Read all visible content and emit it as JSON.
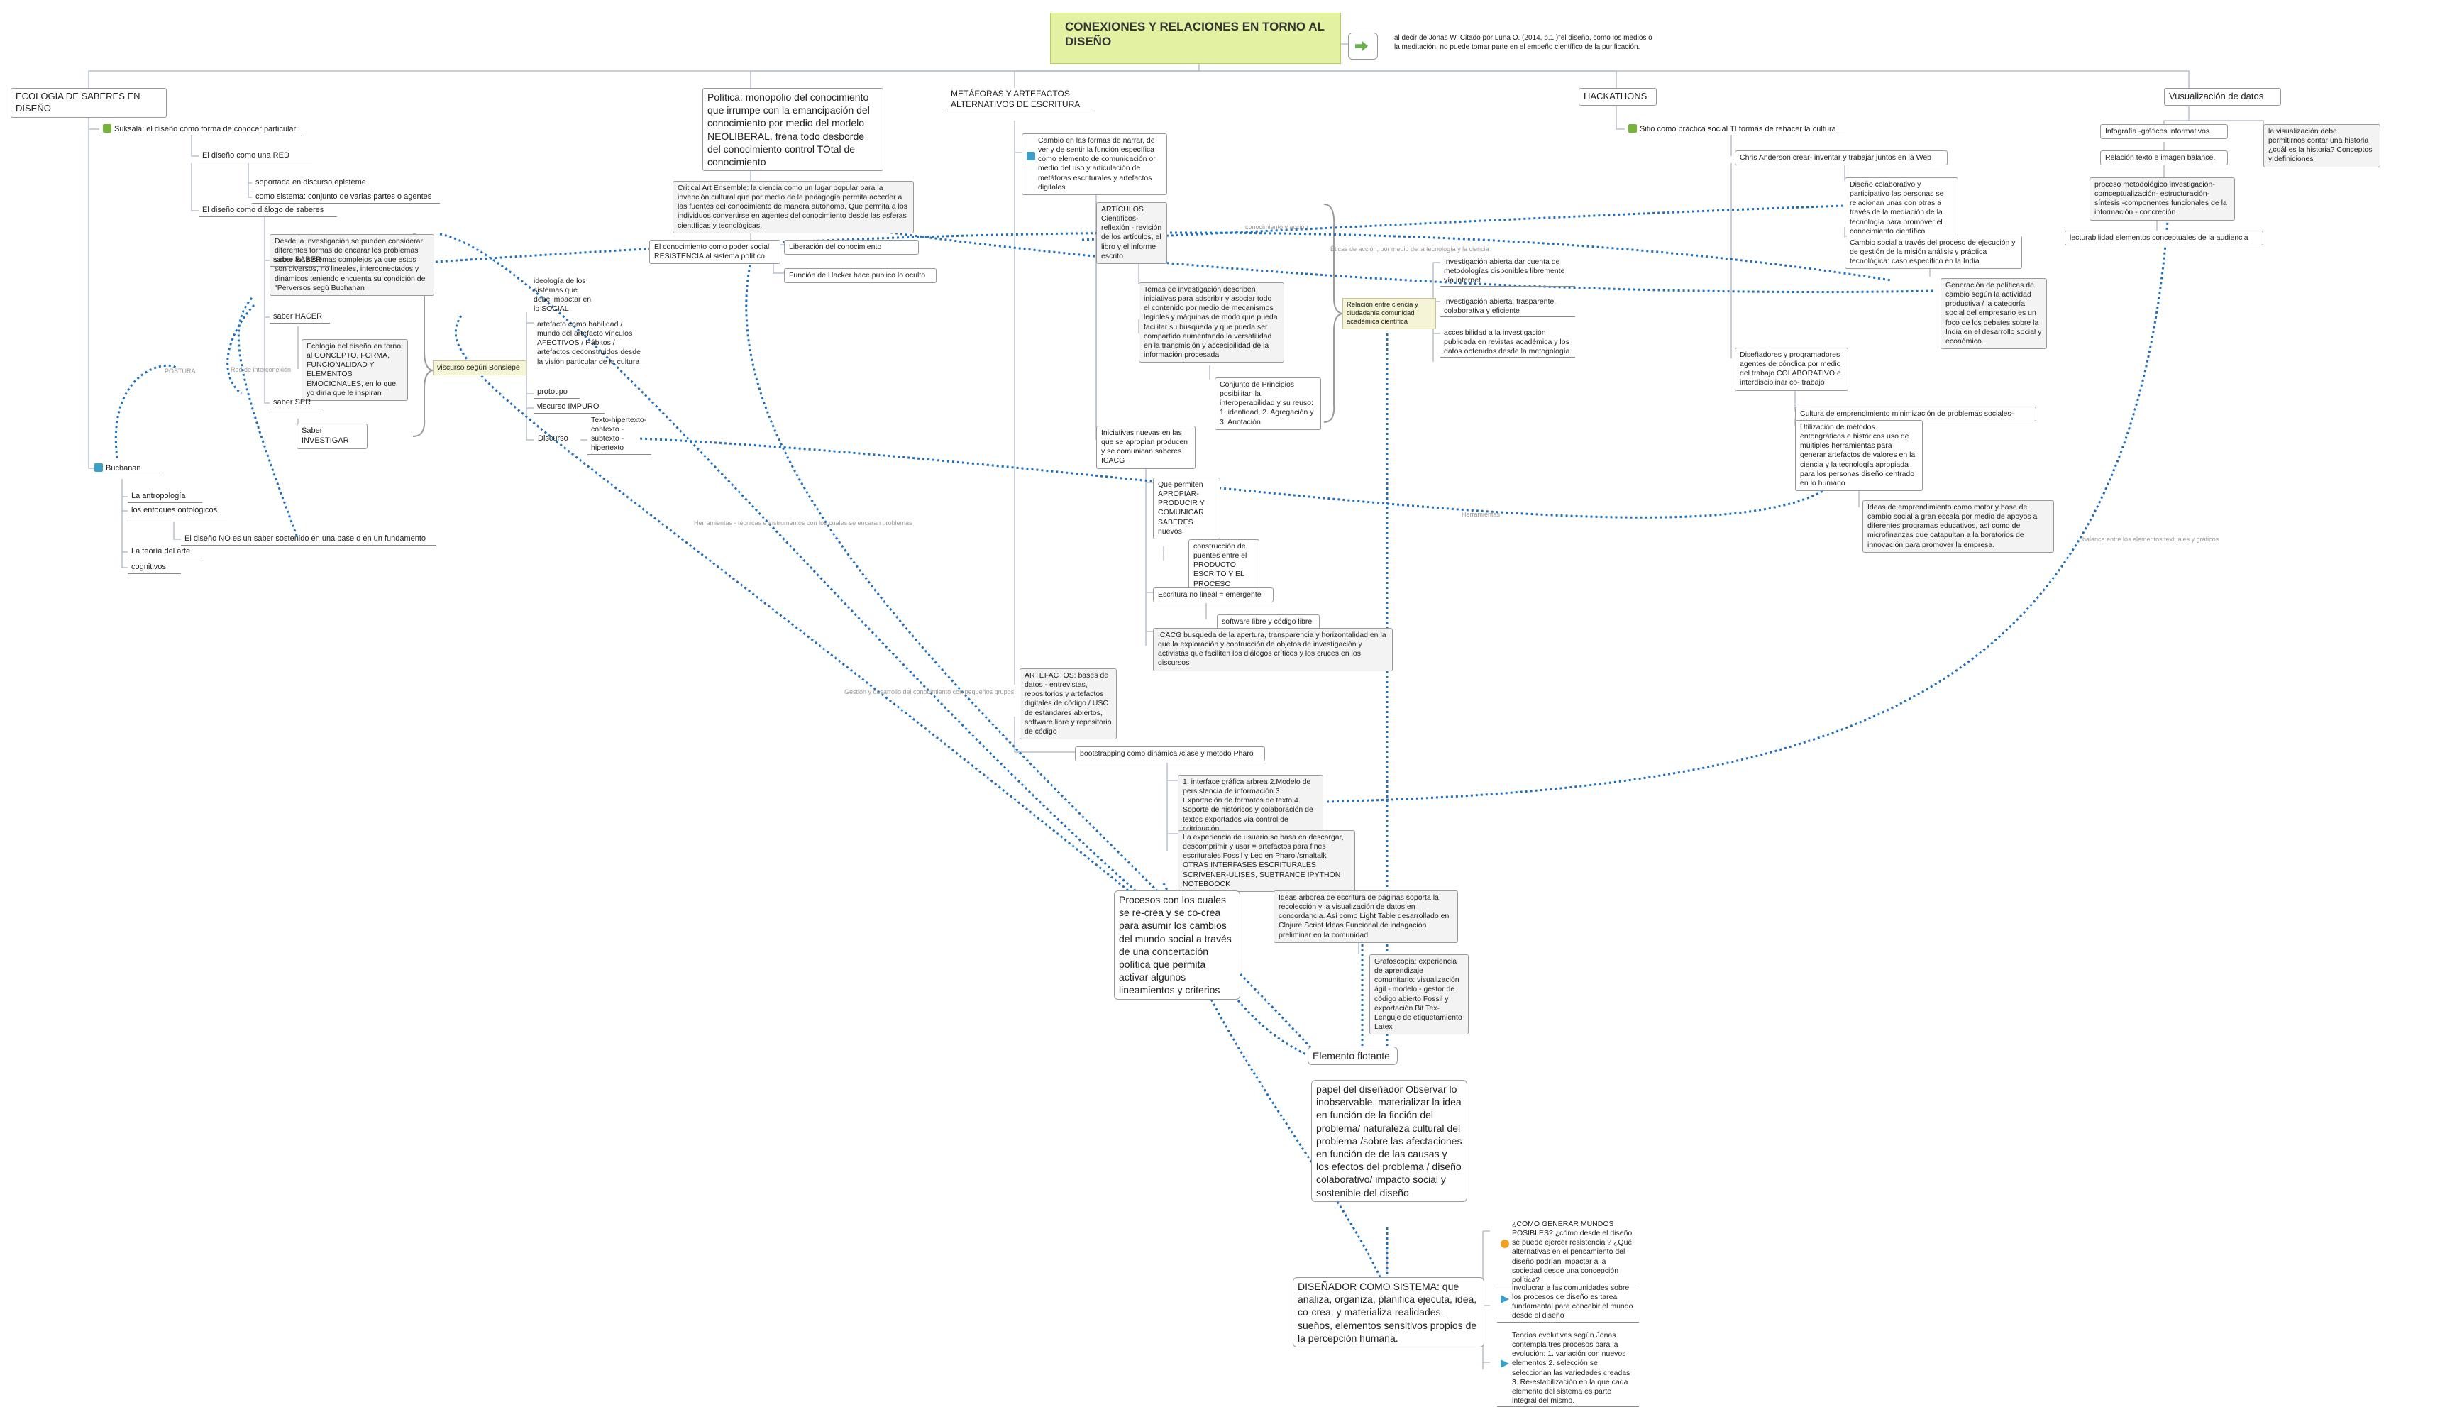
{
  "central": {
    "title": "CONEXIONES Y RELACIONES EN TORNO AL DISEÑO",
    "quote": "al decir de Jonas W. Citado por Luna O. (2014, p.1 )\"el diseño, como los medios o la meditación, no puede tomar parte en el empeño científico de la purificación."
  },
  "branches": {
    "ecologia": {
      "title": "ECOLOGÍA DE SABERES EN DISEÑO",
      "suksala": "Suksala: el diseño como forma de conocer particular",
      "red": "El diseño como una RED",
      "episteme": "soportada en discurso episteme",
      "sistema": "como sistema: conjunto de varias partes o agentes",
      "dialogo": "El diseño como diálogo de saberes",
      "investigacion": "Desde la investigación se pueden considerar diferentes formas de encarar los problemas sobre los sistemas complejos ya que estos son diversos, no lineales, interconectados y dinámicos teniendo encuenta su condición de \"Perversos segú Buchanan",
      "saber_saber": "saber SABER",
      "saber_hacer": "saber HACER",
      "ecologia_concepto": "Ecología del diseño en torno al CONCEPTO, FORMA, FUNCIONALIDAD Y ELEMENTOS EMOCIONALES, en lo que yo diría que le inspiran",
      "saber_ser": "saber SER",
      "saber_investigar": "Saber INVESTIGAR",
      "viscurso": "viscurso según Bonsiepe",
      "buchanan": "Buchanan",
      "antropologia": "La antropología",
      "enfoques": "los enfoques ontológicos",
      "no_saber": "El diseño NO es un saber sostenido en una base o en un fundamento",
      "teoria_arte": "La teoría del arte",
      "cognitivos": "cognitivos"
    },
    "politica": {
      "title": "Política: monopolio del conocimiento que irrumpe con la emancipación del conocimiento por medio del modelo NEOLIBERAL, frena todo desborde del conocimiento control TOtal de conocimiento",
      "critical": "Critical Art Ensemble: la ciencia como un lugar popular para la invención cultural que por medio de la pedagogía permita acceder a las fuentes del conocimiento de manera autónoma. Que permita a los individuos convertirse en agentes del conocimiento desde las esferas científicas y tecnológicas.",
      "poder": "El conocimiento como poder social RESISTENCIA al sistema político",
      "liberacion": "Liberación del conocimiento",
      "hacker": "Función de Hacker hace publico lo oculto"
    },
    "ideologia": {
      "title": "ideología de los sistemas que debe impactar en lo SOCIAL",
      "artefacto": "artefacto como habilidad / mundo del artefacto vínculos AFECTIVOS / Hábitos / artefactos deconstruidos desde la visión particular de la cultura",
      "prototipo": "prototipo",
      "viscurso_impuro": "viscurso IMPURO",
      "discurso": "Discurso",
      "texto": "Texto-hipertexto-contexto - subtexto - hipertexto"
    },
    "metaforas": {
      "title": "METÁFORAS Y ARTEFACTOS ALTERNATIVOS DE ESCRITURA",
      "cambio": "Cambio en las formas de narrar, de ver y de sentir la función específica como elemento de comunicación or medio del uso y articulación de metáforas escriturales y artefactos digitales.",
      "articulos": "ARTÍCULOS Científicos-reflexión - revisión de los artículos, el libro y el informe escrito",
      "temas": "Temas de investigación describen iniciativas para adscribir y asociar todo el contenido por medio de mecanismos legibles y máquinas de modo que pueda facilitar su busqueda y que pueda ser compartido aumentando la versatilidad en la transmisión y accesibilidad de la información procesada",
      "conjunto": "Conjunto de Principios posibilitan la interoperabilidad y su reuso: 1. identidad, 2. Agregación y 3. Anotación",
      "iniciativas": "Iniciativas nuevas en las que se apropian producen y se comunican saberes ICACG",
      "que_permiten": "Que permiten APROPIAR-PRODUCIR Y COMUNICAR SABERES nuevos",
      "construccion": "construcción de puentes entre el PRODUCTO ESCRITO Y EL PROCESO",
      "escritura_no_lineal": "Escritura no lineal = emergente",
      "software_libre": "software libre y código libre",
      "icacg": "ICACG busqueda de la apertura, transparencia y horizontalidad en la que la exploración y contrucción de objetos de investigación y activistas que faciliten los diálogos críticos y los cruces en los discursos",
      "artefactos": "ARTEFACTOS: bases de datos - entrevistas, repositorios y artefactos digitales de código / USO de estándares abiertos, software libre y repositorio de código",
      "bootstrapping": "bootstrapping como dinámica /clase y metodo Pharo",
      "interface": "1. interface gráfica arbrea 2.Modelo de persistencia de información 3. Exportación de formatos de texto 4. Soporte de históricos y colaboración de textos exportados vía control de oritribución",
      "experiencia": "La experiencia de usuario se basa en descargar, descomprimir y usar = artefactos para fines escriturales Fossil y Leo en Pharo /smaltalk OTRAS INTERFASES ESCRITURALES SCRIVENER-ULISES, SUBTRANCE IPYTHON NOTEBOOCK",
      "ideas_arborea": "Ideas arborea de escritura de páginas soporta la recolección y la visualización de datos en concordancia. Así como Light Table desarrollado en Clojure Script Ideas Funcional de indagación preliminar en la comunidad",
      "grafoscopia": "Grafoscopia: experiencia de aprendizaje comunitario: visualización ágil - modelo - gestor de código abierto Fossil y exportación Bit Tex- Lenguje de etiquetamiento Latex"
    },
    "relacion": {
      "title": "Relación entre ciencia y ciudadanía comunidad académica científica",
      "inv_abierta": "Investigación abierta dar cuenta de metodologías disponibles libremente vía internet",
      "inv_abierta2": "Investigación abierta: trasparente, colaborativa y eficiente",
      "accesibilidad": "accesibilidad a la investigación publicada en revistas académica y los datos obtenidos desde la metogología"
    },
    "hackathons": {
      "title": "HACKATHONS",
      "sitio": "Sitio como práctica social TI formas de rehacer la cultura",
      "anderson": "Chris Anderson crear- inventar y trabajar juntos en la Web",
      "colaborativo": "Diseño colaborativo y participativo las personas se relacionan unas con otras a través de la mediación de la tecnología para promover el conocimiento científico",
      "cambio_social": "Cambio social a través del proceso de ejecución y de gestión de la misión análisis y práctica tecnológica: caso específico en la India",
      "generacion": "Generación de políticas de cambio según la actividad productiva / la categoría social del empresario es un foco de los debates sobre la India en el desarrollo social y económico.",
      "disenadores": "Diseñadores y programadores agentes de cónclica por medio del trabajo COLABORATIVO e interdisciplinar co- trabajo",
      "cultura": "Cultura de emprendimiento minimización de problemas sociales-",
      "utilizacion": "Utilización de métodos entongráficos e históricos uso de múltiples herramientas para generar artefactos de valores en la ciencia y la tecnología apropiada para los personas diseño centrado en lo humano",
      "ideas_empr": "Ideas de emprendimiento como motor y base del cambio social a gran escala por medio de apoyos a diferentes programas educativos, así como de microfinanzas que catapultan a la boratorios de innovación para promover la empresa."
    },
    "visualizacion": {
      "title": "Vusualización de datos",
      "infografia": "Infografía -gráficos informativos",
      "relacion_texto": "Relación texto e imagen balance.",
      "proceso": "proceso metodológico investigación- cpmceptualización- estructuración- síntesis -componentes funcionales de la información - concreción",
      "lecturabilidad": "lecturabilidad elementos conceptuales de la audiencia",
      "historia": "la visualización debe permitirnos contar una historia ¿cuál es la historia? Conceptos y definiciones"
    },
    "floating": {
      "procesos": "Procesos con los cuales se re-crea y se co-crea para asumir los cambios del mundo social a través de una concertación política que permita activar algunos lineamientos y criterios",
      "elemento": "Elemento flotante",
      "papel": "papel del diseñador Observar lo inobservable, materializar la idea en función de la ficción del problema/ naturaleza cultural del problema /sobre las afectaciones en función de de las causas y los efectos del problema / diseño colaborativo/ impacto social y sostenible del diseño",
      "disenador": "DISEÑADOR COMO SISTEMA: que analiza, organiza, planifica ejecuta, idea, co-crea, y materializa realidades, sueños, elementos sensitivos propios de la percepción humana.",
      "pregunta": "¿COMO GENERAR MUNDOS POSIBLES? ¿cómo desde el diseño se puede ejercer resistencia ? ¿Qué alternativas en el pensamiento del diseño podrían impactar a la sociedad desde una concepción política?",
      "involucrar": "involucrar a las comunidades sobre los procesos de diseño es tarea fundamental para concebir el mundo desde el diseño",
      "teorias": "Teorías evolutivas según Jonas contempla tres procesos para la evolución: 1. variación con nuevos elementos 2. selección se seleccionan las variedades creadas 3. Re-estabilización en la que cada elemento del sistema es parte integral del mismo."
    }
  },
  "link_labels": {
    "conocimiento_accion": "conocimiento y acción",
    "eticas": "Éticas de acción, por medio de la tecnología y la ciencia",
    "herramientas": "Herramientas",
    "herramientas_largas": "Herramientas - técnicas e instrumentos con los cuales se encaran problemas",
    "gestion": "Gestión y desarrollo del conocimiento con pequeños grupos",
    "balance": "balance entre los elementos textuales y gráficos",
    "postura": "POSTURA",
    "red_interconexion": "Red de interconexión"
  },
  "icons": {
    "central_button": "arrow-right-icon",
    "person_green": "person-icon",
    "person_blue": "person-icon",
    "question": "question-icon",
    "flag": "flag-icon"
  },
  "colors": {
    "central_bg": "#e3f1a3",
    "link_blue": "#1f6fbf",
    "tree_line": "#a8b4c8"
  }
}
